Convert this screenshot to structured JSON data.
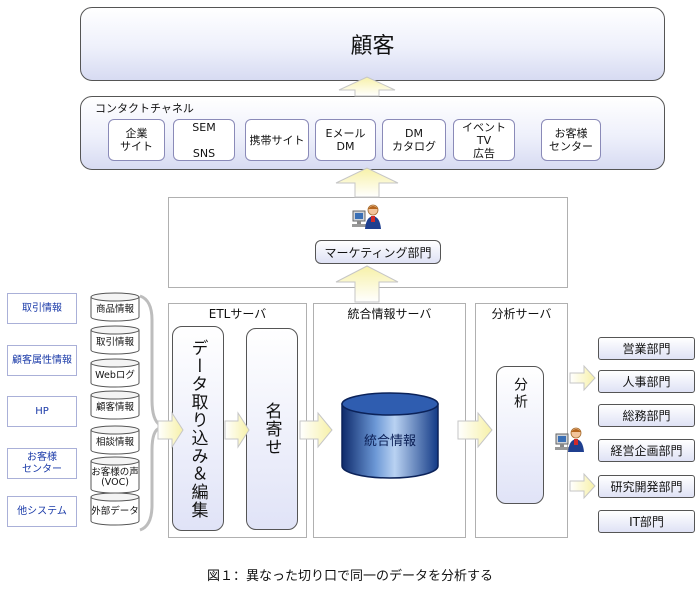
{
  "customer_label": "顧客",
  "contact_channel": {
    "title": "コンタクトチャネル",
    "channels": [
      "企業\nサイト",
      "SEM\n\nSNS",
      "携帯サイト",
      "Eメール\nDM",
      "DM\nカタログ",
      "イベント\nTV\n広告",
      "お客様\nセンター"
    ]
  },
  "marketing_label": "マーケティング部門",
  "sources": [
    "取引情報",
    "顧客属性情報",
    "HP",
    "お客様\nセンター",
    "他システム"
  ],
  "databases": [
    "商品情報",
    "取引情報",
    "Webログ",
    "顧客情報",
    "相談情報",
    "お客様の声\n(VOC)",
    "外部データ"
  ],
  "servers": {
    "etl": {
      "title": "ETLサーバ",
      "process1": "データ取り込み＆編集",
      "process2": "名寄せ"
    },
    "integration": {
      "title": "統合情報サーバ",
      "db_label": "統合情報"
    },
    "analysis": {
      "title": "分析サーバ",
      "process": "分析"
    }
  },
  "departments": [
    "営業部門",
    "人事部門",
    "総務部門",
    "経営企画部門",
    "研究開発部門",
    "IT部門"
  ],
  "caption": "図１：異なった切り口で同一のデータを分析する",
  "colors": {
    "arrow_fill": "#fbf7c8",
    "arrow_edge": "#c9c9c9",
    "box_border": "#555555",
    "source_text": "#1a3aa8"
  }
}
